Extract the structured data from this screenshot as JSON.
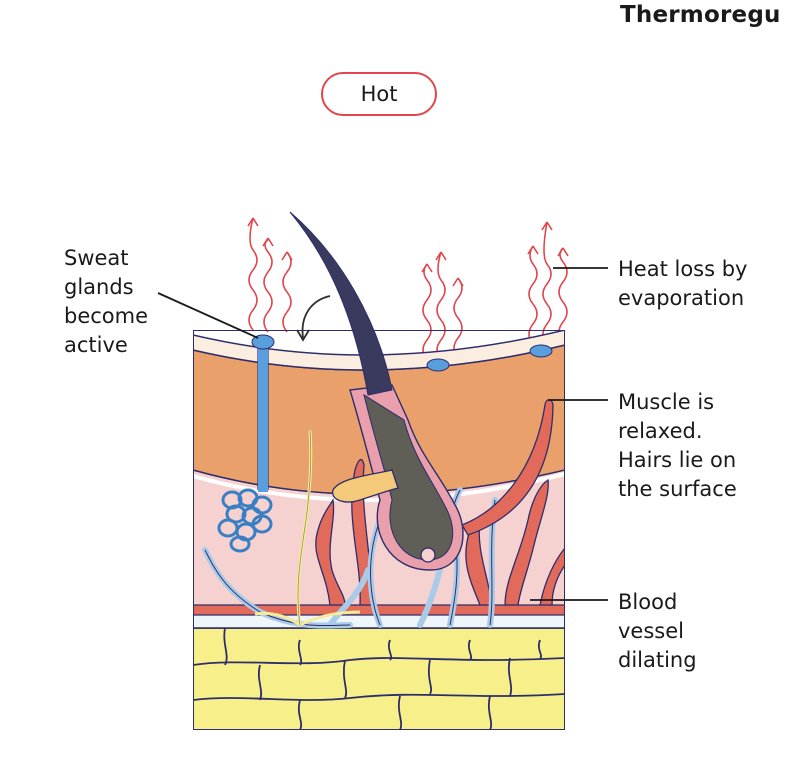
{
  "title": "Thermoregu",
  "condition_badge": "Hot",
  "labels": {
    "sweat_glands": "Sweat\nglands\nbecome\nactive",
    "heat_loss": "Heat loss by\nevaporation",
    "muscle": "Muscle is\nrelaxed.\nHairs lie on\nthe surface",
    "blood_vessel": "Blood\nvessel\ndilating"
  },
  "colors": {
    "heat_arrows": "#e0474c",
    "epidermis_top": "#fbeee0",
    "dermis": "#e9a06a",
    "subcutaneous": "#f5d2d0",
    "fat_cells": "#f7f08a",
    "sweat_gland": "#5a9fdd",
    "hair": "#3d3d3a",
    "blood_vessel": "#e26a5b",
    "outline": "#2d2d6b"
  }
}
